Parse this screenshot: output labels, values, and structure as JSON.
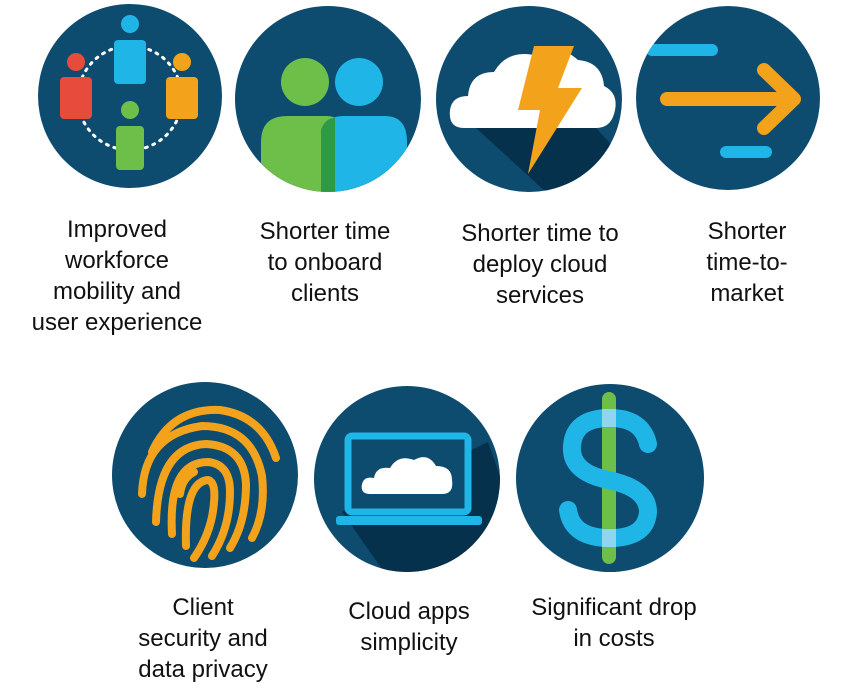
{
  "palette": {
    "circle": "#0d4b6f",
    "shadow": "#06314d",
    "cyan": "#1fb5e6",
    "green": "#6ebe4a",
    "orange": "#f3a21b",
    "red": "#e74b3c",
    "white": "#ffffff",
    "text": "#111111"
  },
  "benefits": [
    {
      "icon": "people-network-icon",
      "caption": "Improved\nworkforce\nmobility and\nuser experience"
    },
    {
      "icon": "two-people-icon",
      "caption": "Shorter time\nto onboard\nclients"
    },
    {
      "icon": "cloud-lightning-icon",
      "caption": "Shorter time to\ndeploy cloud\nservices"
    },
    {
      "icon": "arrow-right-icon",
      "caption": "Shorter\ntime-to-\nmarket"
    },
    {
      "icon": "fingerprint-icon",
      "caption": "Client\nsecurity and\ndata privacy"
    },
    {
      "icon": "laptop-cloud-icon",
      "caption": "Cloud apps\nsimplicity"
    },
    {
      "icon": "dollar-sign-icon",
      "caption": "Significant drop\nin costs"
    }
  ]
}
